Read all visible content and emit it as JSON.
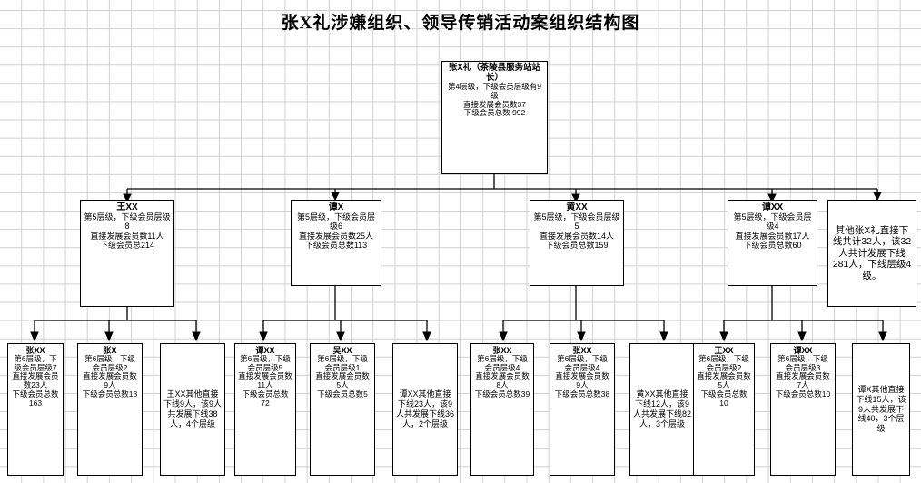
{
  "title": "张X礼涉嫌组织、领导传销活动案组织结构图",
  "root": {
    "name": "张X礼（茶陵县服务站站长）",
    "line1": "第4层级，下级会员层级有9级",
    "line2": "直接发展会员数37",
    "line3": "下级会员总数 992"
  },
  "level2": [
    {
      "name": "王XX",
      "line1": "第5层级，下级会员层级8",
      "line2": "直接发展会员数11人",
      "line3": "下级会员总214"
    },
    {
      "name": "谭X",
      "line1": "第5层级，下级会员层级6",
      "line2": "直接发展会员数25人",
      "line3": "下级会员总数113"
    },
    {
      "name": "黄XX",
      "line1": "第5层级，下级会员层级5",
      "line2": "直接发展会员数14人",
      "line3": "下级会员总数159"
    },
    {
      "name": "谭XX",
      "line1": "第5层级，下级会员层级4",
      "line2": "直接发展会员数17人",
      "line3": "下级会员总数60"
    },
    {
      "name": "",
      "text": "其他张X礼直接下线共计32人，该32人共计发展下线281人，下线层级4级。"
    }
  ],
  "level3": [
    {
      "name": "张XX",
      "line1": "第6层级，下级会员层级7",
      "line2": "直接发展会员数23人",
      "line3": "下级会员总数163"
    },
    {
      "name": "张X",
      "line1": "第6层级，下级会员层级2",
      "line2": "直接发展会员数9人",
      "line3": "下级会员总数13"
    },
    {
      "name": "",
      "text": "王XX其他直接下线9人，该9人共发展下线38人，4个层级"
    },
    {
      "name": "谭XX",
      "line1": "第6层级，下级会员层级5",
      "line2": "直接发展会员数11人",
      "line3": "下级会员总数72"
    },
    {
      "name": "吴XX",
      "line1": "第6层级，下级会员层级1",
      "line2": "直接发展会员数5人",
      "line3": "下级会员总数5"
    },
    {
      "name": "",
      "text": "谭XX其他直接下线23人，该9人共发展下线36人，2个层级"
    },
    {
      "name": "张XX",
      "line1": "第6层级，下级会员层级4",
      "line2": "直接发展会员数8人",
      "line3": "下级会员总数39"
    },
    {
      "name": "张XX",
      "line1": "第6层级，下级会员层级4",
      "line2": "直接发展会员数9人",
      "line3": "下级会员总数38"
    },
    {
      "name": "",
      "text": "黄XX其他直接下线12人，该9人共发展下线82人，3个层级"
    },
    {
      "name": "王XX",
      "line1": "第6层级，下级会员层级2",
      "line2": "直接发展会员数5人",
      "line3": "下级会员总数10"
    },
    {
      "name": "谭XX",
      "line1": "第6层级，下级会员层级3",
      "line2": "直接发展会员数7人",
      "line3": "下级会员总数10"
    },
    {
      "name": "",
      "text": "谭X其他直接下线15人，该9人共发展下线40，3个层级"
    }
  ]
}
